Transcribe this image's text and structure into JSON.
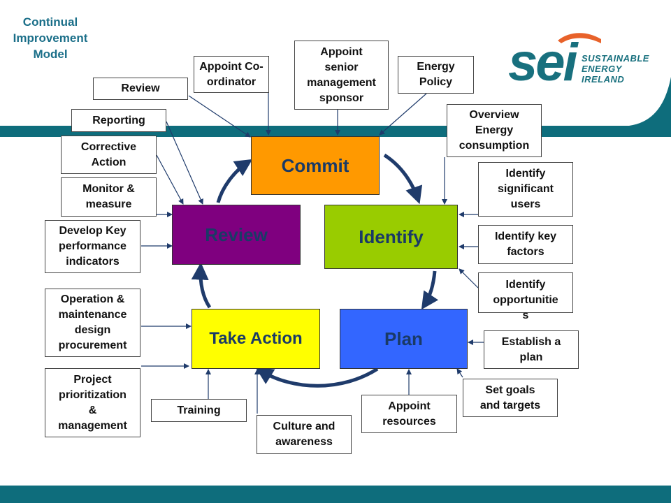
{
  "diagram": {
    "title": "Continual\nImprovement\nModel",
    "logo": {
      "wordmark": "sei",
      "tagline": "SUSTAINABLE\nENERGY\nIRELAND"
    },
    "stages": {
      "commit": "Commit",
      "identify": "Identify",
      "plan": "Plan",
      "take_action": "Take Action",
      "review": "Review"
    },
    "inputs": {
      "appoint_coordinator": "Appoint Co-\nordinator",
      "appoint_senior": "Appoint\nsenior\nmanagement\nsponsor",
      "energy_policy": "Energy\nPolicy",
      "overview_energy": "Overview\nEnergy\nconsumption",
      "identify_significant": "Identify\nsignificant\nusers",
      "identify_key": "Identify key\nfactors",
      "identify_opportunities": "Identify\nopportunitie\ns",
      "establish_plan": "Establish a\nplan",
      "set_goals": "Set goals\nand targets",
      "appoint_resources": "Appoint\nresources",
      "culture": "Culture and\nawareness",
      "training": "Training",
      "project": "Project\nprioritization\n&\nmanagement",
      "operation": "Operation &\nmaintenance\ndesign\nprocurement",
      "develop_kpi": "Develop Key\nperformance\nindicators",
      "monitor": "Monitor &\nmeasure",
      "corrective": "Corrective\nAction",
      "reporting": "Reporting",
      "review_box": "Review"
    },
    "colors": {
      "commit": "#ff9900",
      "identify": "#99cc00",
      "plan": "#3366ff",
      "take_action": "#ffff00",
      "review": "#7f007f",
      "band": "#0e6d7c",
      "cycle_arrow": "#1f3b6b"
    }
  }
}
